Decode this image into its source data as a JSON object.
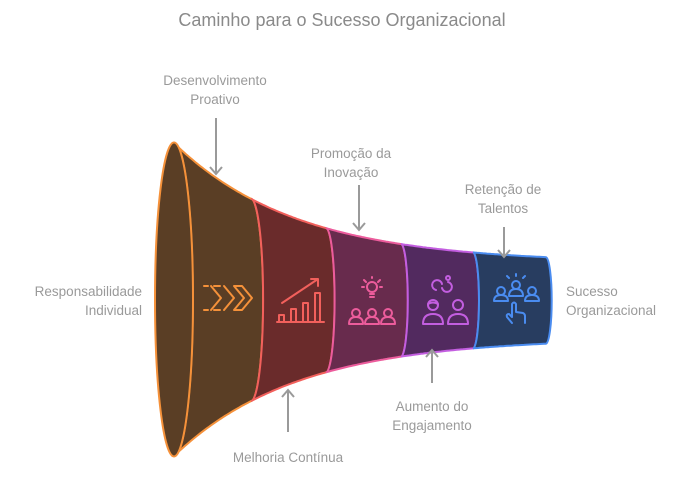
{
  "title": "Caminho para o Sucesso Organizacional",
  "start_label": [
    "Responsabilidade",
    "Individual"
  ],
  "end_label": [
    "Sucesso",
    "Organizacional"
  ],
  "stages": [
    {
      "name": "Desenvolvimento Proativo",
      "lines": [
        "Desenvolvimento",
        "Proativo"
      ],
      "position": "top",
      "icon": "double-chevron-icon",
      "fill": "#5a3e25",
      "stroke": "#f5913a"
    },
    {
      "name": "Melhoria Contínua",
      "lines": [
        "Melhoria Contínua"
      ],
      "position": "bottom",
      "icon": "growth-chart-icon",
      "fill": "#6a2b2b",
      "stroke": "#f2605c"
    },
    {
      "name": "Promoção da Inovação",
      "lines": [
        "Promoção da",
        "Inovação"
      ],
      "position": "top",
      "icon": "lightbulb-team-icon",
      "fill": "#682b4d",
      "stroke": "#ec5c9c"
    },
    {
      "name": "Aumento do Engajamento",
      "lines": [
        "Aumento do",
        "Engajamento"
      ],
      "position": "bottom",
      "icon": "engaged-people-icon",
      "fill": "#522a5f",
      "stroke": "#c35ee0"
    },
    {
      "name": "Retenção de Talentos",
      "lines": [
        "Retenção de",
        "Talentos"
      ],
      "position": "top",
      "icon": "talent-select-icon",
      "fill": "#283d60",
      "stroke": "#4a8cf0"
    }
  ]
}
